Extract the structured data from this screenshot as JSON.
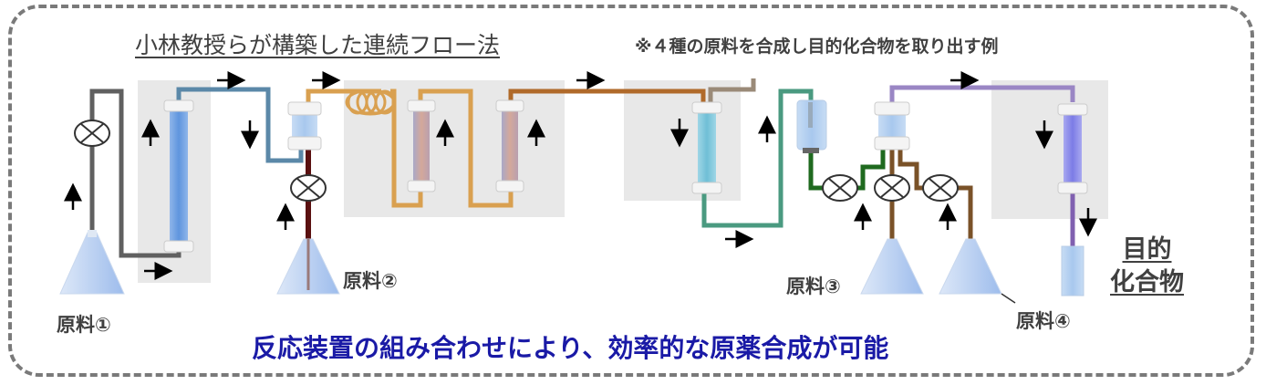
{
  "diagram": {
    "title": "小林教授らが構築した連続フロー法",
    "subtitle": "※４種の原料を合成し目的化合物を取り出す例",
    "conclusion": "反応装置の組み合わせにより、効率的な原薬合成が可能",
    "product": {
      "line1": "目的",
      "line2": "化合物"
    },
    "materials": [
      {
        "id": 1,
        "label": "原料①"
      },
      {
        "id": 2,
        "label": "原料②"
      },
      {
        "id": 3,
        "label": "原料③"
      },
      {
        "id": 4,
        "label": "原料④"
      }
    ],
    "colors": {
      "frame": "#7a7a7a",
      "title_text": "#404040",
      "conclusion_text": "#1a1aa6",
      "tube_gray": "#606060",
      "tube_blue": "#5b88a8",
      "tube_dark_red": "#5a1010",
      "tube_orange": "#d9a050",
      "tube_brown": "#b06a2a",
      "tube_teal": "#4a9a80",
      "tube_green": "#1f6a1f",
      "tube_olive_brown": "#7a5228",
      "tube_purple": "#9a86c4",
      "panel_bg": "#e8e8e8"
    },
    "components": {
      "pumps": 5,
      "reactor_columns": 6,
      "coil_reactor": 1,
      "separator": 1,
      "flasks": 4,
      "collection_vial": 1
    }
  }
}
